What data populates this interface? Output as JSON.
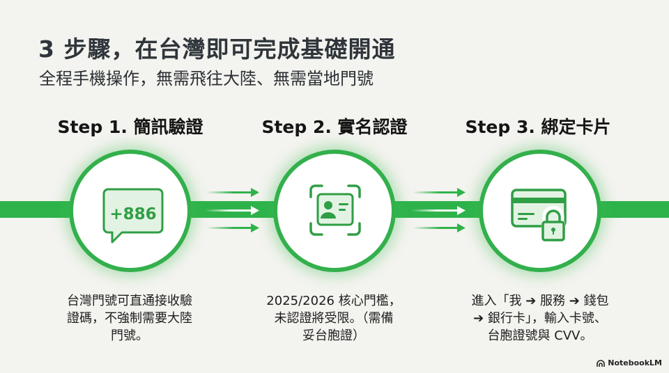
{
  "header": {
    "title": "3 步驟，在台灣即可完成基礎開通",
    "subtitle": "全程手機操作，無需飛往大陸、無需當地門號"
  },
  "colors": {
    "accent_green": "#2eb34b",
    "background": "#f3f3ef",
    "title_text": "#2f353a"
  },
  "steps": [
    {
      "title": "Step 1. 簡訊驗證",
      "icon": "sms-speech-bubble-icon",
      "icon_text": "+886",
      "description_lines": [
        "台灣門號可直通接收驗",
        "證碼，不強制需要大陸",
        "門號。"
      ]
    },
    {
      "title": "Step 2. 實名認證",
      "icon": "id-card-scan-icon",
      "description_lines": [
        "2025/2026 核心門檻，",
        "未認證將受限。（需備",
        "妥台胞證）"
      ]
    },
    {
      "title": "Step 3. 綁定卡片",
      "icon": "credit-card-lock-icon",
      "description_lines": [
        "進入「我 ➔ 服務 ➔ 錢包",
        "➔ 銀行卡」，輸入卡號、",
        "台胞證號與 CVV。"
      ]
    }
  ],
  "footer": {
    "brand": "NotebookLM"
  }
}
